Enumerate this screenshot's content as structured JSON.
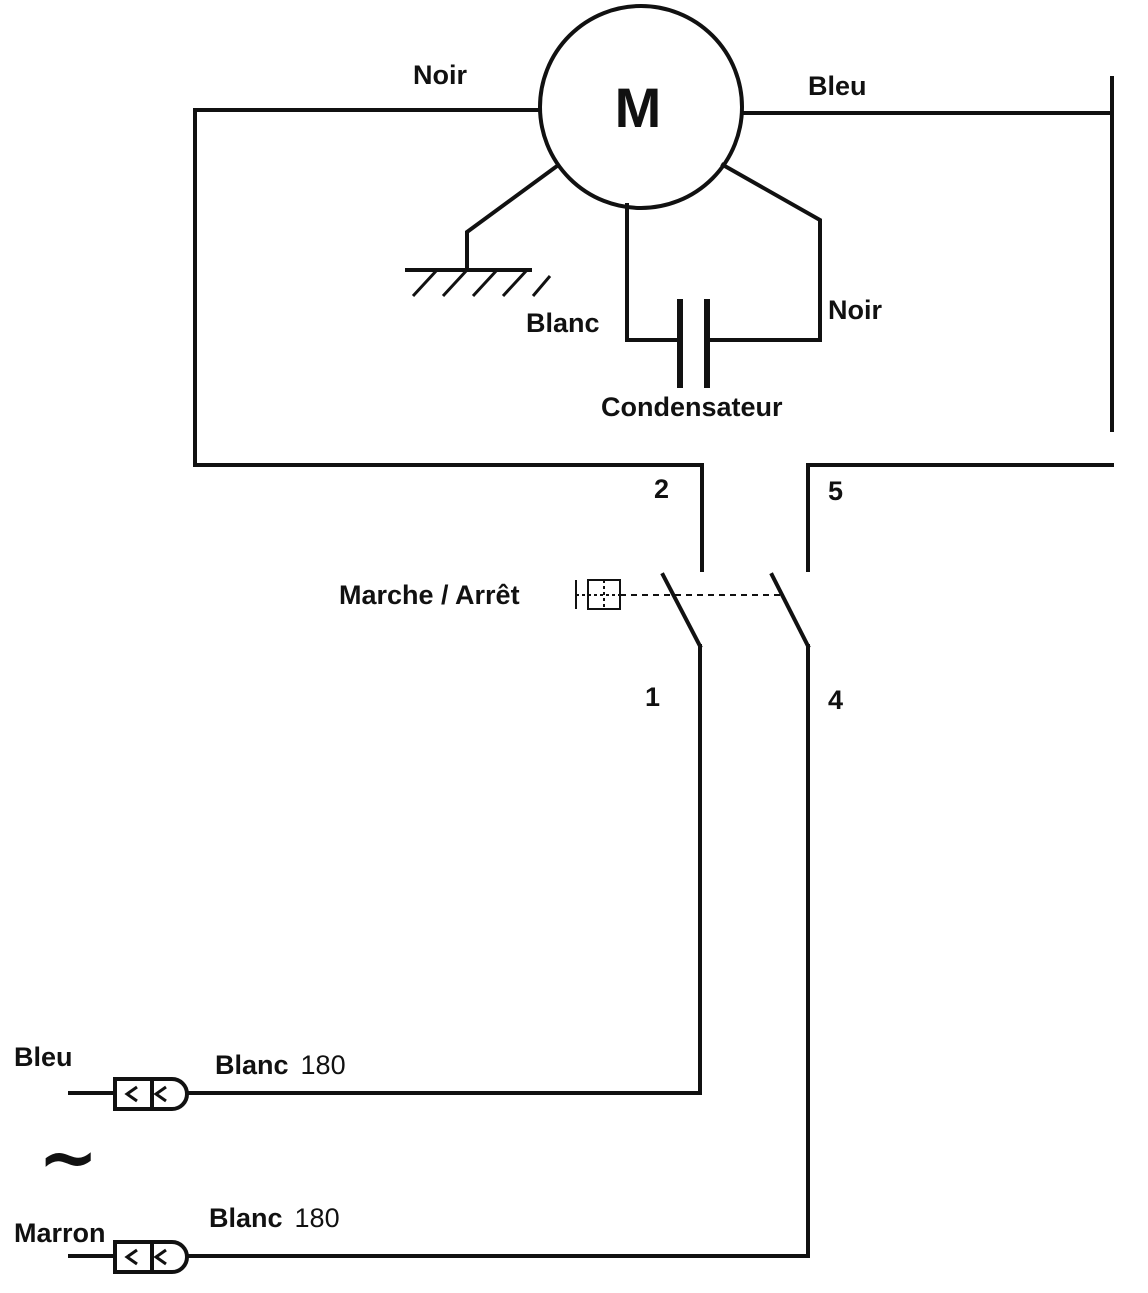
{
  "motor": {
    "symbol": "M"
  },
  "wires": {
    "motor_left": "Noir",
    "motor_right": "Bleu",
    "capacitor_left": "Blanc",
    "capacitor_right": "Noir"
  },
  "capacitor": {
    "label": "Condensateur"
  },
  "switch": {
    "label": "Marche / Arrêt",
    "terminals": {
      "t1": "1",
      "t2": "2",
      "t4": "4",
      "t5": "5"
    }
  },
  "supply": {
    "phase_top": "Bleu",
    "phase_bottom": "Marron",
    "ac_symbol": "~",
    "cable_top": {
      "color": "Blanc",
      "size": "180"
    },
    "cable_bottom": {
      "color": "Blanc",
      "size": "180"
    }
  },
  "colors": {
    "line": "#111111",
    "background": "#ffffff"
  }
}
